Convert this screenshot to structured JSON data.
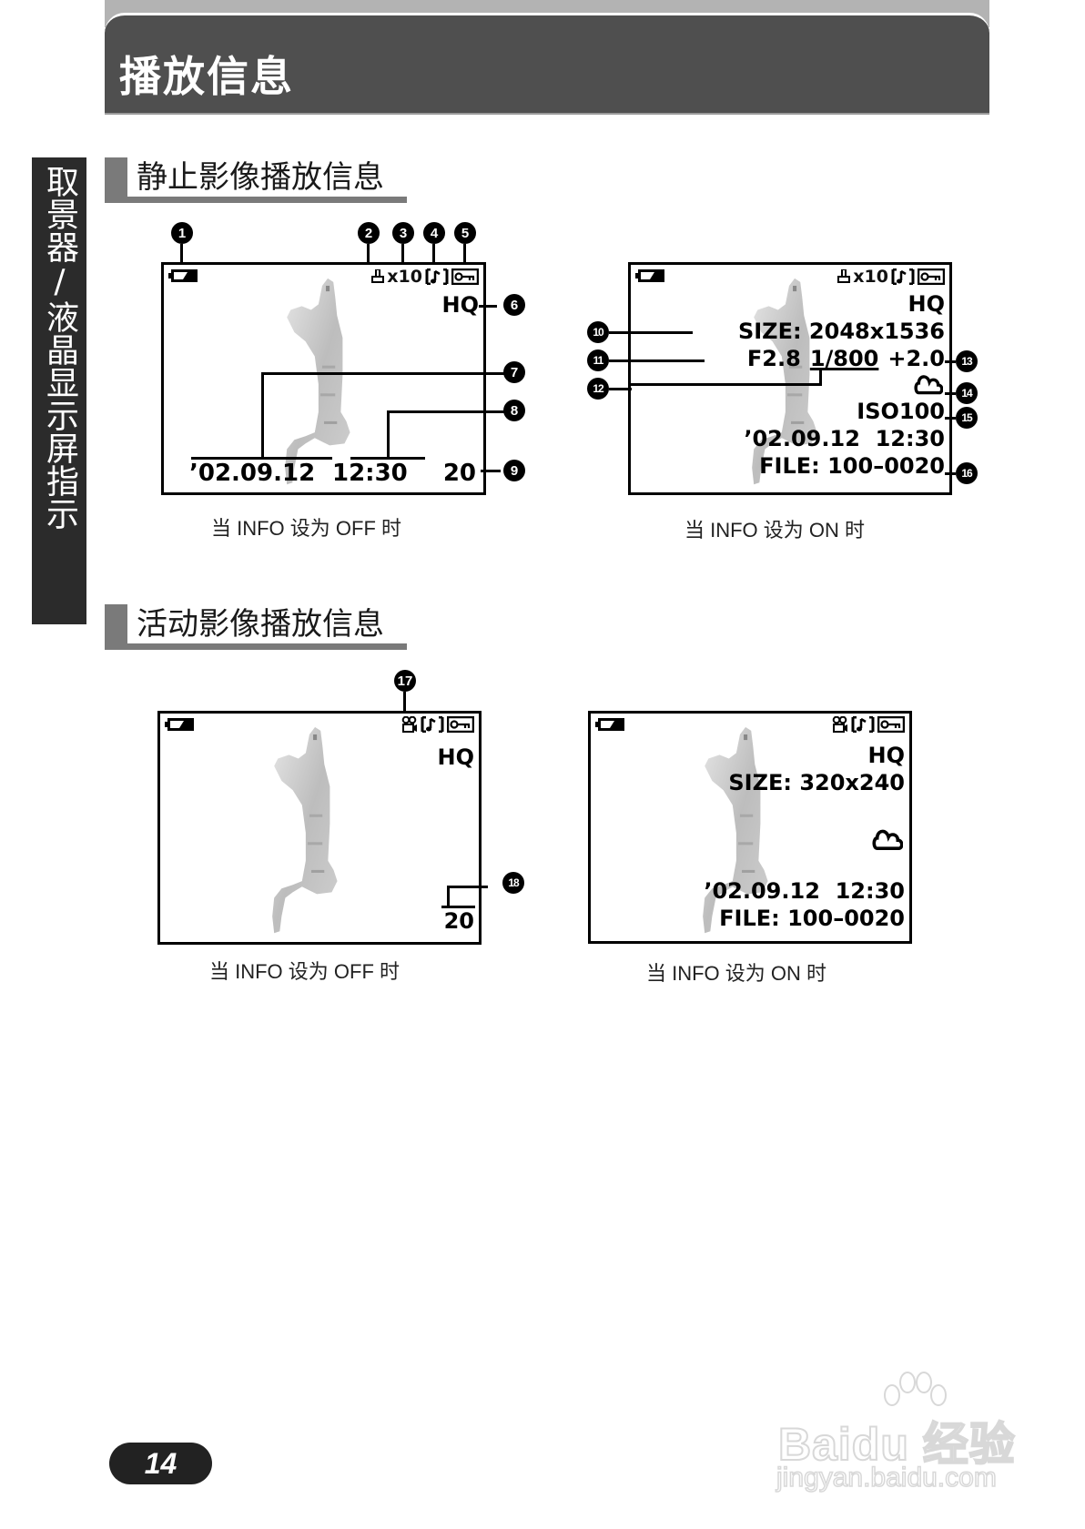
{
  "header": {
    "title": "播放信息"
  },
  "side_tab": {
    "label": "取景器/液晶显示屏指示"
  },
  "sections": [
    {
      "title": "静止影像播放信息",
      "screens": [
        {
          "caption": "当 INFO 设为 OFF 时",
          "top_icons": {
            "print": "凸",
            "print_count": "x10",
            "sound": "[♪]",
            "protect": "O-m"
          },
          "quality": "HQ",
          "date": "’02.09.12",
          "time": "12:30",
          "frame": "20",
          "callouts": [
            "1",
            "2",
            "3",
            "4",
            "5",
            "6",
            "7",
            "8",
            "9"
          ]
        },
        {
          "caption": "当 INFO 设为 ON 时",
          "top_icons": {
            "print": "凸",
            "print_count": "x10",
            "sound": "[♪]",
            "protect": "O-m"
          },
          "quality": "HQ",
          "size": "SIZE: 2048x1536",
          "aperture": "F2.8",
          "shutter": "1/800",
          "exposure": "+2.0",
          "white_balance_icon": "cloud-icon",
          "iso": "ISO100",
          "datetime": "’02.09.12  12:30",
          "file": "FILE: 100–0020",
          "callouts": [
            "10",
            "11",
            "12",
            "13",
            "14",
            "15",
            "16"
          ]
        }
      ]
    },
    {
      "title": "活动影像播放信息",
      "screens": [
        {
          "caption": "当 INFO 设为 OFF 时",
          "top_icons": {
            "movie": "movie-camera",
            "sound": "[♪]",
            "protect": "O-m"
          },
          "quality": "HQ",
          "frames": "20",
          "callouts": [
            "17",
            "18"
          ]
        },
        {
          "caption": "当 INFO 设为 ON 时",
          "top_icons": {
            "movie": "movie-camera",
            "sound": "[♪]",
            "protect": "O-m"
          },
          "quality": "HQ",
          "size": "SIZE: 320x240",
          "white_balance_icon": "cloud-icon",
          "datetime": "’02.09.12  12:30",
          "file": "FILE: 100–0020"
        }
      ]
    }
  ],
  "page_number": "14",
  "watermark": {
    "brand": "Baidu 经验",
    "url": "jingyan.baidu.com"
  }
}
